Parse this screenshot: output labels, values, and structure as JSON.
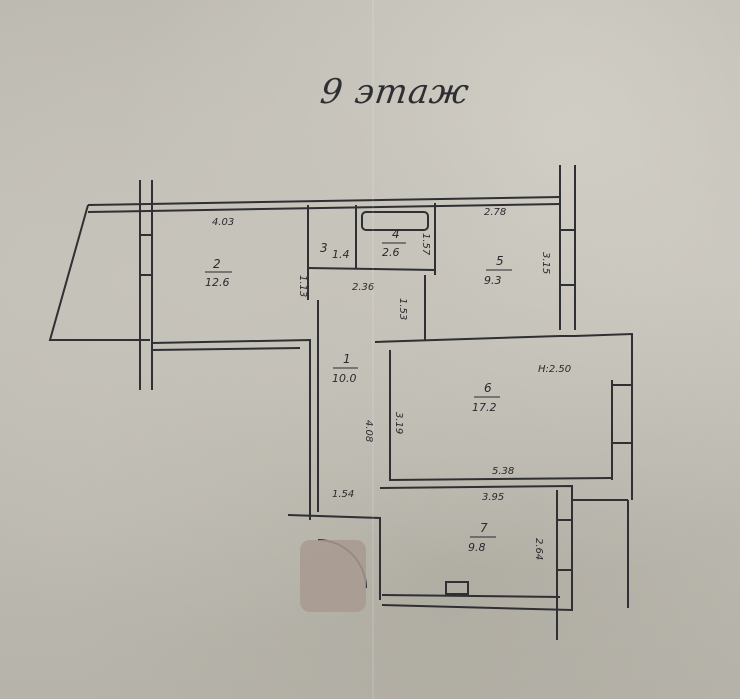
{
  "floor_title": "9 этаж",
  "rooms": [
    {
      "id": "room-2",
      "number": "2",
      "area": "12.6"
    },
    {
      "id": "room-3",
      "number": "3",
      "area": "1.4"
    },
    {
      "id": "room-4",
      "number": "4",
      "area": "2.6"
    },
    {
      "id": "room-5",
      "number": "5",
      "area": "9.3"
    },
    {
      "id": "room-1",
      "number": "1",
      "area": "10.0"
    },
    {
      "id": "room-6",
      "number": "6",
      "area": "17.2"
    },
    {
      "id": "room-7",
      "number": "7",
      "area": "9.8"
    }
  ],
  "dimensions": {
    "d_403": "4.03",
    "d_278": "2.78",
    "d_113": "1.13",
    "d_157": "1.57",
    "d_315": "3.15",
    "d_236": "2.36",
    "d_153": "1.53",
    "d_250": "H:2.50",
    "d_319": "3.19",
    "d_408": "4.08",
    "d_538": "5.38",
    "d_154": "1.54",
    "d_395": "3.95",
    "d_264": "2.64"
  },
  "colors": {
    "paper": "#bcb9b0",
    "ink": "#2a2a2e",
    "redaction": "#a89a90"
  }
}
